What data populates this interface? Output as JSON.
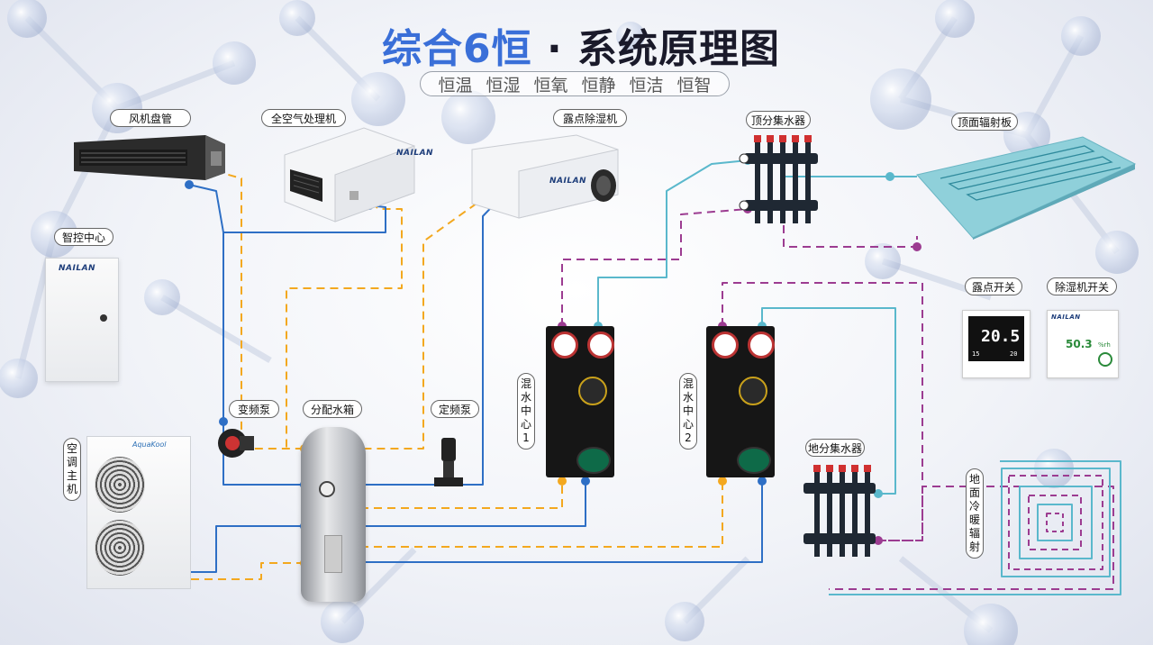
{
  "title": {
    "part1": "综合6恒",
    "part2": "· 系统原理图"
  },
  "subtitle": [
    "恒温",
    "恒湿",
    "恒氧",
    "恒静",
    "恒洁",
    "恒智"
  ],
  "labels": {
    "fan_coil": "风机盘管",
    "air_handler": "全空气处理机",
    "dehumidifier": "露点除湿机",
    "top_manifold": "顶分集水器",
    "ceiling_panel": "顶面辐射板",
    "control_center": "智控中心",
    "vfd_pump": "变频泵",
    "water_tank": "分配水箱",
    "fixed_pump": "定频泵",
    "floor_manifold": "地分集水器",
    "dewpoint_switch": "露点开关",
    "dehum_switch": "除湿机开关"
  },
  "vertical_labels": {
    "ac_unit": [
      "空",
      "调",
      "主",
      "机"
    ],
    "mixing1": [
      "混",
      "水",
      "中",
      "心",
      "1"
    ],
    "mixing2": [
      "混",
      "水",
      "中",
      "心",
      "2"
    ],
    "floor_heating": [
      "地",
      "面",
      "冷",
      "暖",
      "辐",
      "射"
    ]
  },
  "brand": "NAILAN",
  "ac_brand": "AquaKool",
  "thermostat": {
    "temp": "20.5",
    "small_left": "15",
    "small_right": "20"
  },
  "dehum_panel": {
    "value": "50.3",
    "unit": "%rh"
  },
  "colors": {
    "hot": "#f3a81f",
    "cold": "#2e6fc5",
    "purple": "#9c3c91",
    "cyan": "#5ab8cc"
  }
}
